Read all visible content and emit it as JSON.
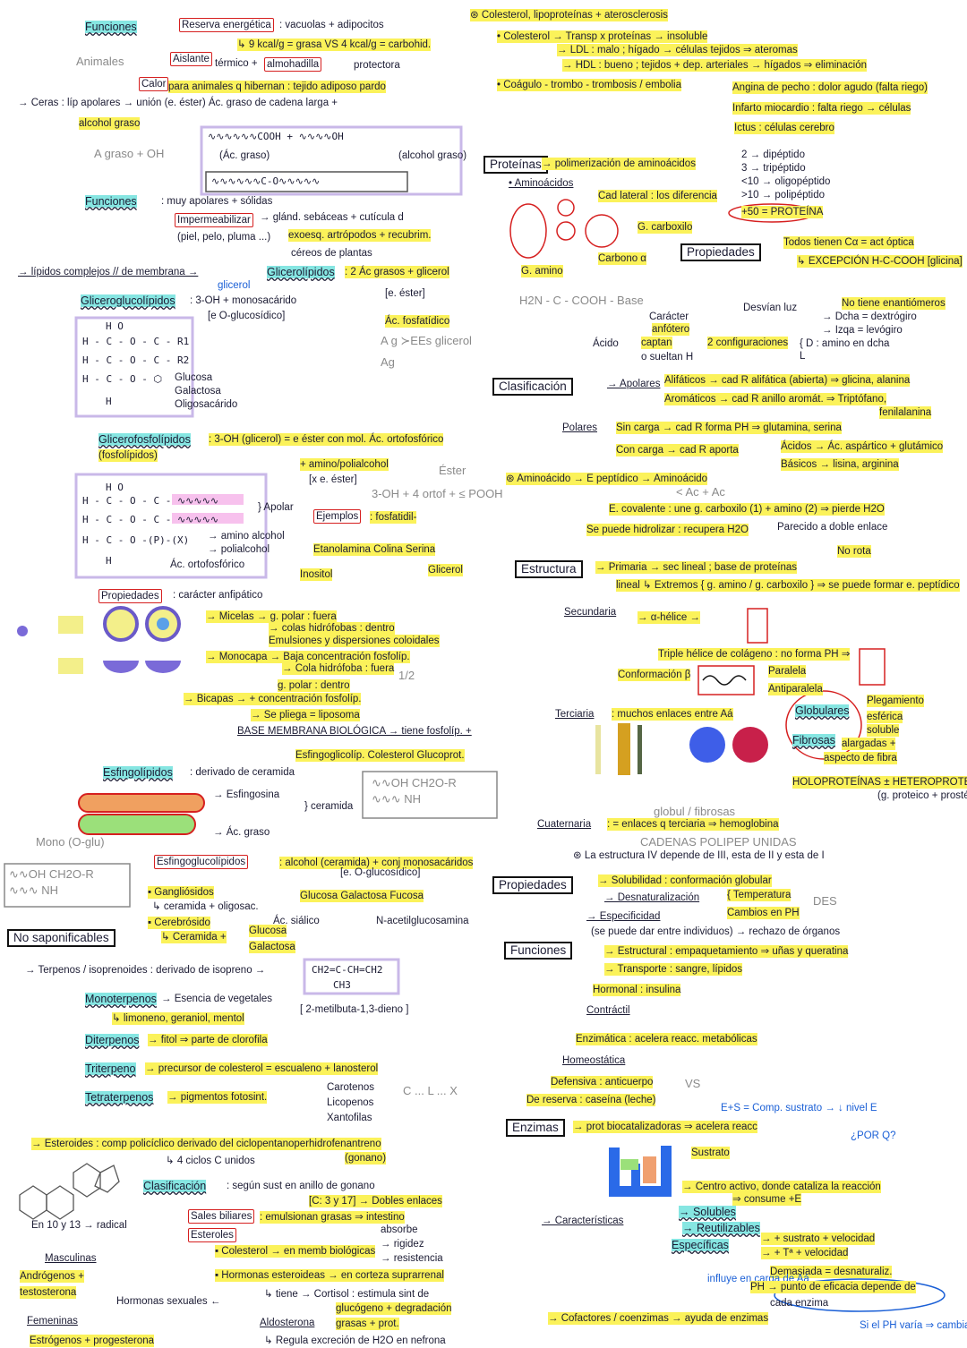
{
  "notes": {
    "l01": {
      "t": "Funciones",
      "s": "h"
    },
    "l02": {
      "t": "Reserva energética",
      "s": "rb"
    },
    "l03": {
      "t": ": vacuolas + adipocitos",
      "s": "t"
    },
    "l04": {
      "t": "↳ 9 kcal/g = grasa VS 4 kcal/g = carbohid.",
      "s": "y"
    },
    "l05": {
      "t": "Animales",
      "s": "g"
    },
    "l06": {
      "t": "Aislante",
      "s": "rb"
    },
    "l07": {
      "t": "térmico +",
      "s": "t"
    },
    "l08": {
      "t": "almohadilla",
      "s": "rb"
    },
    "l09": {
      "t": "protectora",
      "s": "t"
    },
    "l10": {
      "t": "Calor",
      "s": "rb"
    },
    "l11": {
      "t": "para animales q hibernan : tejido adiposo pardo",
      "s": "y"
    },
    "l12": {
      "t": "→ Ceras : líp apolares → unión (e. éster) Ác. graso de cadena larga +",
      "s": "t"
    },
    "l13": {
      "t": "alcohol graso",
      "s": "y"
    },
    "l14": {
      "t": "A graso + OH",
      "s": "g"
    },
    "l15": {
      "t": "∿∿∿∿∿∿COOH + ∿∿∿∿OH",
      "s": "m"
    },
    "l16": {
      "t": "(Ác. graso)",
      "s": "t"
    },
    "l17": {
      "t": "(alcohol graso)",
      "s": "t"
    },
    "l18": {
      "t": "∿∿∿∿∿∿C-O∿∿∿∿∿",
      "s": "m"
    },
    "l19": {
      "t": "Funciones",
      "s": "h"
    },
    "l20": {
      "t": ": muy apolares + sólidas",
      "s": "t"
    },
    "l21": {
      "t": "Impermeabilizar",
      "s": "rb"
    },
    "l22": {
      "t": "→ glánd. sebáceas + cutícula d",
      "s": "t"
    },
    "l23": {
      "t": "(piel, pelo, pluma ...)",
      "s": "t"
    },
    "l24": {
      "t": "exoesq. artrópodos + recubrim.",
      "s": "y"
    },
    "l25": {
      "t": "céreos de plantas",
      "s": "t"
    },
    "l26": {
      "t": "→ lípidos complejos // de membrana →",
      "s": "u"
    },
    "l27": {
      "t": "Glicerolípidos",
      "s": "h"
    },
    "l28": {
      "t": ": 2 Ác grasos + glicerol",
      "s": "y"
    },
    "l29": {
      "t": "[e. éster]",
      "s": "t"
    },
    "l30": {
      "t": "Ác. fosfatídico",
      "s": "y"
    },
    "l31": {
      "t": "Gliceroglucolípidos",
      "s": "h"
    },
    "l32": {
      "t": ": 3-OH + monosacárido",
      "s": "t"
    },
    "l33": {
      "t": "glicerol",
      "s": "b"
    },
    "l34": {
      "t": "[e O-glucosídico]",
      "s": "t"
    },
    "l35": {
      "t": "H       O",
      "s": "m"
    },
    "l36": {
      "t": "H - C - O - C - R1",
      "s": "m"
    },
    "l37": {
      "t": "H - C - O - C - R2",
      "s": "m"
    },
    "l38": {
      "t": "H - C - O - ⬡",
      "s": "m"
    },
    "l39": {
      "t": "H",
      "s": "m"
    },
    "l40": {
      "t": "Glucosa",
      "s": "t"
    },
    "l41": {
      "t": "Galactosa",
      "s": "t"
    },
    "l42": {
      "t": "Oligosacárido",
      "s": "t"
    },
    "l43": {
      "t": "A g  ≻EEs glicerol",
      "s": "g"
    },
    "l44": {
      "t": "Ag",
      "s": "g"
    },
    "l45": {
      "t": "Glicerofosfolípidos",
      "s": "h"
    },
    "l46": {
      "t": ": 3-OH (glicerol) = e éster con mol. Ác. ortofosfórico",
      "s": "y"
    },
    "l47": {
      "t": "(fosfolípidos)",
      "s": "y"
    },
    "l48": {
      "t": "+ amino/polialcohol",
      "s": "y"
    },
    "l49": {
      "t": "[x e. éster]",
      "s": "t"
    },
    "l50": {
      "t": "Éster",
      "s": "g"
    },
    "l51": {
      "t": "3-OH + 4 ortof + ≤ POOH",
      "s": "g"
    },
    "l52": {
      "t": "H       O",
      "s": "m"
    },
    "l53": {
      "t": "H - C - O - C - ∿∿∿∿∿",
      "s": "m"
    },
    "l54": {
      "t": "H - C - O - C - ∿∿∿∿∿",
      "s": "m"
    },
    "l55": {
      "t": "H - C - O -(P)-(X)",
      "s": "m"
    },
    "l56": {
      "t": "H",
      "s": "m"
    },
    "l57": {
      "t": "} Apolar",
      "s": "t"
    },
    "l58": {
      "t": "→ amino alcohol",
      "s": "t"
    },
    "l59": {
      "t": "→ polialcohol",
      "s": "t"
    },
    "l60": {
      "t": "Ác. ortofosfórico",
      "s": "t"
    },
    "l61": {
      "t": "Ejemplos",
      "s": "rb"
    },
    "l62": {
      "t": ": fosfatidil-",
      "s": "y"
    },
    "l63": {
      "t": "Etanolamina   Colina   Serina",
      "s": "y"
    },
    "l64": {
      "t": "Inositol",
      "s": "y"
    },
    "l65": {
      "t": "Glicerol",
      "s": "y"
    },
    "l66": {
      "t": "Propiedades",
      "s": "rb"
    },
    "l67": {
      "t": ": carácter anfipático",
      "s": "t"
    },
    "l68": {
      "t": "→ Micelas → g. polar : fuera",
      "s": "y"
    },
    "l69": {
      "t": "→ colas hidrófobas : dentro",
      "s": "y"
    },
    "l70": {
      "t": "Emulsiones y dispersiones coloidales",
      "s": "y"
    },
    "l71": {
      "t": "→ Monocapa → Baja concentración fosfolíp.",
      "s": "y"
    },
    "l72": {
      "t": "→ Cola hidrófoba : fuera",
      "s": "y"
    },
    "l73": {
      "t": "1/2",
      "s": "g"
    },
    "l74": {
      "t": "g. polar : dentro",
      "s": "y"
    },
    "l75": {
      "t": "→ Bicapas → + concentración fosfolíp.",
      "s": "y"
    },
    "l76": {
      "t": "→ Se pliega = liposoma",
      "s": "y"
    },
    "l77": {
      "t": "BASE MEMBRANA BIOLÓGICA → tiene fosfolíp. +",
      "s": "u"
    },
    "l78": {
      "t": "Esfingoglicolíp.  Colesterol  Glucoprot.",
      "s": "y"
    },
    "l79": {
      "t": "Esfingolípidos",
      "s": "h"
    },
    "l80": {
      "t": ": derivado de ceramida",
      "s": "t"
    },
    "l81": {
      "t": "→ Esfingosina",
      "s": "t"
    },
    "l82": {
      "t": "→ Ác. graso",
      "s": "t"
    },
    "l83": {
      "t": "} ceramida",
      "s": "t"
    },
    "l84": {
      "t": "∿∿OH  CH2O-R",
      "s": "g"
    },
    "l85": {
      "t": "∿∿∿ NH",
      "s": "g"
    },
    "l86": {
      "t": "Mono (O-glu)",
      "s": "g"
    },
    "l87": {
      "t": "∿∿OH  CH2O-R",
      "s": "g"
    },
    "l88": {
      "t": "∿∿∿ NH",
      "s": "g"
    },
    "l89": {
      "t": "Esfingoglucolípidos",
      "s": "rb"
    },
    "l90": {
      "t": ": alcohol (ceramida) + conj monosacáridos",
      "s": "y"
    },
    "l91": {
      "t": "[e. O-glucosídico]",
      "s": "t"
    },
    "l92": {
      "t": "▪ Gangliósidos",
      "s": "y"
    },
    "l93": {
      "t": "↳ ceramida + oligosac.",
      "s": "t"
    },
    "l94": {
      "t": "Glucosa  Galactosa  Fucosa",
      "s": "y"
    },
    "l95": {
      "t": "Ác. siálico",
      "s": "t"
    },
    "l96": {
      "t": "N-acetilglucosamina",
      "s": "t"
    },
    "l97": {
      "t": "▪ Cerebrósido",
      "s": "y"
    },
    "l98": {
      "t": "↳ Ceramida +",
      "s": "y"
    },
    "l99": {
      "t": "Glucosa",
      "s": "y"
    },
    "la0": {
      "t": "Galactosa",
      "s": "y"
    },
    "la1": {
      "t": "No saponificables",
      "s": "bb"
    },
    "la2": {
      "t": "→ Terpenos / isoprenoides : derivado de isopreno →",
      "s": "t"
    },
    "la3": {
      "t": "CH2=C-CH=CH2",
      "s": "m"
    },
    "la4": {
      "t": "CH3",
      "s": "m"
    },
    "la5": {
      "t": "[ 2-metilbuta-1,3-dieno ]",
      "s": "t"
    },
    "la6": {
      "t": "Monoterpenos",
      "s": "h"
    },
    "la7": {
      "t": "→ Esencia de vegetales",
      "s": "t"
    },
    "la8": {
      "t": "↳ limoneno, geraniol, mentol",
      "s": "y"
    },
    "la9": {
      "t": "Diterpenos",
      "s": "h"
    },
    "lb0": {
      "t": "→ fitol ⇒ parte de clorofila",
      "s": "y"
    },
    "lb1": {
      "t": "Triterpeno",
      "s": "h"
    },
    "lb2": {
      "t": "→ precursor de colesterol = escualeno + lanosterol",
      "s": "y"
    },
    "lb3": {
      "t": "Tetraterpenos",
      "s": "h"
    },
    "lb4": {
      "t": "→ pigmentos fotosint.",
      "s": "y"
    },
    "lb5": {
      "t": "Carotenos",
      "s": "t"
    },
    "lb6": {
      "t": "Licopenos",
      "s": "t"
    },
    "lb7": {
      "t": "Xantofilas",
      "s": "t"
    },
    "lb8": {
      "t": "C ... L ... X",
      "s": "g"
    },
    "lb9": {
      "t": "→ Esteroides : comp policíclico derivado del ciclopentanoperhidrofenantreno",
      "s": "y"
    },
    "lc0": {
      "t": "(gonano)",
      "s": "y"
    },
    "lc1": {
      "t": "↳ 4 ciclos C unidos",
      "s": "t"
    },
    "lc2": {
      "t": "En 10 y 13 → radical",
      "s": "t"
    },
    "lc3": {
      "t": "Clasificación",
      "s": "h"
    },
    "lc4": {
      "t": ": según sust en anillo de gonano",
      "s": "t"
    },
    "lc5": {
      "t": "[C: 3 y 17] → Dobles enlaces",
      "s": "y"
    },
    "lc6": {
      "t": "Sales biliares",
      "s": "rb"
    },
    "lc7": {
      "t": ": emulsionan grasas ⇒ intestino",
      "s": "y"
    },
    "lc8": {
      "t": "absorbe",
      "s": "t"
    },
    "lc9": {
      "t": "Esteroles",
      "s": "rb"
    },
    "ld0": {
      "t": "▪ Colesterol → en memb biológicas",
      "s": "y"
    },
    "ld1": {
      "t": "→ rigidez",
      "s": "t"
    },
    "ld2": {
      "t": "→ resistencia",
      "s": "t"
    },
    "ld3": {
      "t": "▪ Hormonas esteroideas → en corteza suprarrenal",
      "s": "y"
    },
    "ld4": {
      "t": "↳ tiene → Cortisol : estimula sint de",
      "s": "t"
    },
    "ld5": {
      "t": "glucógeno + degradación",
      "s": "y"
    },
    "ld6": {
      "t": "grasas + prot.",
      "s": "y"
    },
    "ld7": {
      "t": "Aldosterona",
      "s": "u"
    },
    "ld8": {
      "t": "↳ Regula excreción de H2O en nefrona",
      "s": "t"
    },
    "ld9": {
      "t": "Masculinas",
      "s": "u"
    },
    "le0": {
      "t": "Andrógenos +",
      "s": "y"
    },
    "le1": {
      "t": "testosterona",
      "s": "y"
    },
    "le2": {
      "t": "Hormonas sexuales ←",
      "s": "t"
    },
    "le3": {
      "t": "Femeninas",
      "s": "u"
    },
    "le4": {
      "t": "Estrógenos + progesterona",
      "s": "y"
    },
    "r01": {
      "t": "⊛ Colesterol, lipoproteínas + aterosclerosis",
      "s": "y"
    },
    "r02": {
      "t": "• Colesterol → Transp x proteínas → insoluble",
      "s": "y"
    },
    "r03": {
      "t": "→ LDL : malo ; hígado → células tejidos ⇒ ateromas",
      "s": "y"
    },
    "r04": {
      "t": "→ HDL : bueno ; tejidos + dep. arteriales → hígados ⇒ eliminación",
      "s": "y"
    },
    "r05": {
      "t": "• Coágulo - trombo - trombosis / embolia",
      "s": "y"
    },
    "r06": {
      "t": "Angina de pecho : dolor agudo (falta riego)",
      "s": "y"
    },
    "r07": {
      "t": "Infarto miocardio : falta riego → células",
      "s": "y"
    },
    "r08": {
      "t": "Ictus : células cerebro",
      "s": "y"
    },
    "r09": {
      "t": "Proteínas",
      "s": "bb"
    },
    "r10": {
      "t": "→ polimerización de aminoácidos",
      "s": "y"
    },
    "r11": {
      "t": "2 → dipéptido",
      "s": "t"
    },
    "r12": {
      "t": "3 → tripéptido",
      "s": "t"
    },
    "r13": {
      "t": "<10 → oligopéptido",
      "s": "t"
    },
    "r14": {
      "t": ">10 → polipéptido",
      "s": "t"
    },
    "r15": {
      "t": "+50 = PROTEÍNA",
      "s": "y"
    },
    "r16": {
      "t": "• Aminoácidos",
      "s": "u"
    },
    "r17": {
      "t": "Cad lateral : los diferencia",
      "s": "y"
    },
    "r18": {
      "t": "G. carboxilo",
      "s": "y"
    },
    "r19": {
      "t": "Carbono α",
      "s": "y"
    },
    "r20": {
      "t": "G. amino",
      "s": "y"
    },
    "r21": {
      "t": "H2N - C - COOH - Base",
      "s": "g"
    },
    "r22": {
      "t": "Propiedades",
      "s": "bb"
    },
    "r23": {
      "t": "Todos tienen Cα = act óptica",
      "s": "y"
    },
    "r24": {
      "t": "↳ EXCEPCIÓN  H-C-COOH [glicina]",
      "s": "y"
    },
    "r25": {
      "t": "No tiene enantiómeros",
      "s": "y"
    },
    "r26": {
      "t": "Desvían luz",
      "s": "t"
    },
    "r27": {
      "t": "→ Dcha = dextrógiro",
      "s": "t"
    },
    "r28": {
      "t": "→ Izqa = levógiro",
      "s": "t"
    },
    "r29": {
      "t": "Carácter",
      "s": "t"
    },
    "r30": {
      "t": "anfótero",
      "s": "y"
    },
    "r31": {
      "t": "Ácido",
      "s": "t"
    },
    "r32": {
      "t": "captan",
      "s": "y"
    },
    "r33": {
      "t": "o sueltan H",
      "s": "t"
    },
    "r34": {
      "t": "2 configuraciones",
      "s": "y"
    },
    "r35": {
      "t": "{ D : amino en dcha",
      "s": "t"
    },
    "r36": {
      "t": "  L",
      "s": "t"
    },
    "r37": {
      "t": "Clasificación",
      "s": "bb"
    },
    "r38": {
      "t": "→ Apolares",
      "s": "u"
    },
    "r39": {
      "t": "Alifáticos → cad R alifática (abierta) ⇒ glicina, alanina",
      "s": "y"
    },
    "r40": {
      "t": "Aromáticos → cad R anillo aromát. ⇒ Triptófano,",
      "s": "y"
    },
    "r41": {
      "t": "fenilalanina",
      "s": "y"
    },
    "r42": {
      "t": "Polares",
      "s": "u"
    },
    "r43": {
      "t": "Sin carga → cad R forma PH ⇒ glutamina, serina",
      "s": "y"
    },
    "r44": {
      "t": "Con carga → cad R aporta",
      "s": "y"
    },
    "r45": {
      "t": "Ácidos → Ác. aspártico + glutámico",
      "s": "y"
    },
    "r46": {
      "t": "Básicos → lisina, arginina",
      "s": "y"
    },
    "r47": {
      "t": "⊛ Aminoácido → E peptídico → Aminoácido",
      "s": "y"
    },
    "r48": {
      "t": "< Ac + Ac",
      "s": "g"
    },
    "r49": {
      "t": "E. covalente : une g. carboxilo (1) + amino (2) ⇒ pierde H2O",
      "s": "y"
    },
    "r50": {
      "t": "Se puede hidrolizar : recupera H2O",
      "s": "y"
    },
    "r51": {
      "t": "Parecido a doble enlace",
      "s": "t"
    },
    "r52": {
      "t": "No rota",
      "s": "y"
    },
    "r53": {
      "t": "Estructura",
      "s": "bb"
    },
    "r54": {
      "t": "→ Primaria → sec lineal ; base de proteínas",
      "s": "y"
    },
    "r55": {
      "t": "lineal  ↳ Extremos { g. amino / g. carboxilo } ⇒ se puede formar e. peptídico",
      "s": "y"
    },
    "r56": {
      "t": "Secundaria",
      "s": "u"
    },
    "r57": {
      "t": "→ α-hélice →",
      "s": "y"
    },
    "r58": {
      "t": "Triple hélice de colágeno : no forma PH ⇒",
      "s": "y"
    },
    "r59": {
      "t": "Conformación β",
      "s": "y"
    },
    "r60": {
      "t": "Paralela",
      "s": "y"
    },
    "r61": {
      "t": "Antiparalela",
      "s": "y"
    },
    "r62": {
      "t": "Terciaria",
      "s": "u"
    },
    "r63": {
      "t": ": muchos enlaces entre Aá",
      "s": "y"
    },
    "r64": {
      "t": "Globulares",
      "s": "h"
    },
    "r65": {
      "t": "Fibrosas",
      "s": "h"
    },
    "r66": {
      "t": "Plegamiento",
      "s": "y"
    },
    "r67": {
      "t": "esférica",
      "s": "y"
    },
    "r68": {
      "t": "soluble",
      "s": "y"
    },
    "r69": {
      "t": "alargadas +",
      "s": "y"
    },
    "r70": {
      "t": "aspecto de fibra",
      "s": "y"
    },
    "r71": {
      "t": "HOLOPROTEÍNAS ± HETEROPROTEÍNAS",
      "s": "y"
    },
    "r72": {
      "t": "(g. proteico + prostético)",
      "s": "t"
    },
    "r73": {
      "t": "Cuaternaria",
      "s": "u"
    },
    "r74": {
      "t": ": = enlaces q terciaria ⇒ hemoglobina",
      "s": "y"
    },
    "r75": {
      "t": "globul / fibrosas",
      "s": "g"
    },
    "r76": {
      "t": "CADENAS POLIPEP UNIDAS",
      "s": "g"
    },
    "r77": {
      "t": "⊛ La estructura IV depende de III, esta de II y esta de I",
      "s": "t"
    },
    "r78": {
      "t": "Propiedades",
      "s": "bb"
    },
    "r79": {
      "t": "→ Solubilidad : conformación globular",
      "s": "y"
    },
    "r80": {
      "t": "→ Desnaturalización",
      "s": "u"
    },
    "r81": {
      "t": "{ Temperatura",
      "s": "y"
    },
    "r82": {
      "t": "  Cambios en PH",
      "s": "y"
    },
    "r83": {
      "t": "DES",
      "s": "g"
    },
    "r84": {
      "t": "→ Especificidad",
      "s": "u"
    },
    "r85": {
      "t": "(se puede dar entre individuos) → rechazo de órganos",
      "s": "t"
    },
    "r86": {
      "t": "Funciones",
      "s": "bb"
    },
    "r87": {
      "t": "→ Estructural : empaquetamiento ⇒ uñas y queratina",
      "s": "y"
    },
    "r88": {
      "t": "→ Transporte : sangre, lípidos",
      "s": "y"
    },
    "r89": {
      "t": "Hormonal : insulina",
      "s": "y"
    },
    "r90": {
      "t": "Contráctil",
      "s": "u"
    },
    "r91": {
      "t": "Enzimática : acelera reacc. metabólicas",
      "s": "y"
    },
    "r92": {
      "t": "Homeostática",
      "s": "u"
    },
    "r93": {
      "t": "Defensiva : anticuerpo",
      "s": "y"
    },
    "r94": {
      "t": "De reserva : caseína (leche)",
      "s": "y"
    },
    "r95": {
      "t": "VS",
      "s": "g"
    },
    "r96": {
      "t": "E+S = Comp. sustrato → ↓ nivel E",
      "s": "b"
    },
    "r97": {
      "t": "Enzimas",
      "s": "bb"
    },
    "r98": {
      "t": "→ prot biocatalizadoras ⇒ acelera reacc",
      "s": "y"
    },
    "r99": {
      "t": "¿POR Q?",
      "s": "b"
    },
    "ra0": {
      "t": "Sustrato",
      "s": "y"
    },
    "ra1": {
      "t": "→ Centro activo, donde cataliza la reacción",
      "s": "y"
    },
    "ra2": {
      "t": "⇒ consume +E",
      "s": "y"
    },
    "ra3": {
      "t": "→ Características",
      "s": "u"
    },
    "ra4": {
      "t": "→ Solubles",
      "s": "h"
    },
    "ra5": {
      "t": "→ Reutilizables",
      "s": "h"
    },
    "ra6": {
      "t": "Específicas",
      "s": "h"
    },
    "ra7": {
      "t": "→ + sustrato + velocidad",
      "s": "y"
    },
    "ra8": {
      "t": "→ + Tª + velocidad",
      "s": "y"
    },
    "ra9": {
      "t": "Demasiada = desnaturaliz.",
      "s": "y"
    },
    "rb0": {
      "t": "influye en carga de Aá",
      "s": "b"
    },
    "rb1": {
      "t": "PH → punto de eficacia depende de",
      "s": "y"
    },
    "rb2": {
      "t": "cada enzima",
      "s": "t"
    },
    "rb3": {
      "t": "→ Cofactores / coenzimas → ayuda de enzimas",
      "s": "y"
    },
    "rb4": {
      "t": "Si el PH varía ⇒ cambia la estructura y ...",
      "s": "b"
    }
  },
  "colors": {
    "highlight_yellow": "#fbf25a",
    "highlight_teal": "#86e6e2",
    "box_red": "#d62020",
    "pen_blue": "#1a5fd6"
  }
}
